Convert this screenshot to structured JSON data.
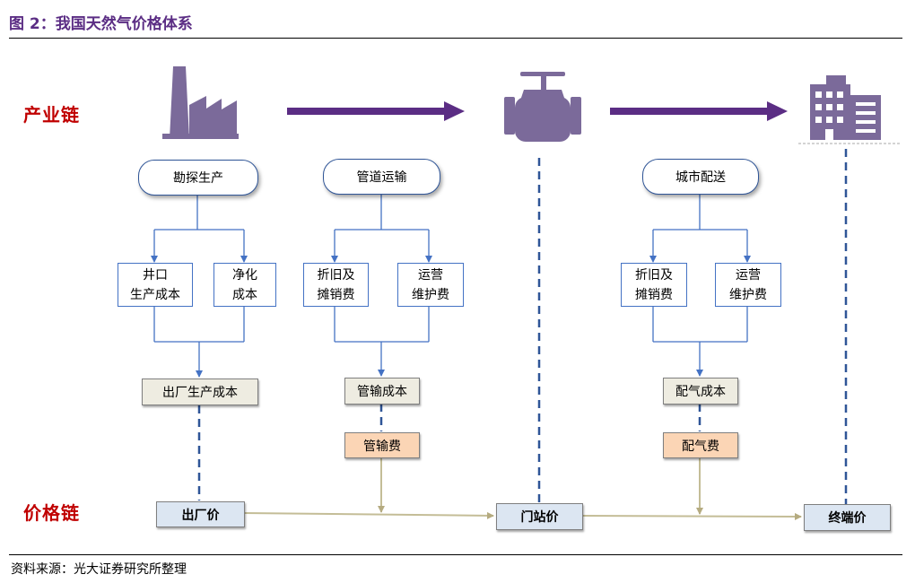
{
  "figure": {
    "title": "图 2：我国天然气价格体系",
    "source": "资料来源：光大证券研究所整理"
  },
  "rows": {
    "industry_chain": "产业链",
    "price_chain": "价格链"
  },
  "icons": {
    "factory": "factory-icon",
    "valve": "valve-icon",
    "building": "building-icon"
  },
  "colors": {
    "accent_purple": "#5b2d84",
    "row_label_red": "#c00000",
    "stage_border": "#2f5597",
    "cost_border": "#4472c4",
    "total_fill": "#eeece1",
    "fee_fill": "#fbd5b5",
    "price_fill": "#dce6f2",
    "price_flow_line": "#c4bd97",
    "dashed_connector": "#2f5597"
  },
  "stages": {
    "exploration": {
      "label": "勘探生产",
      "costs": [
        "井口\n生产成本",
        "净化\n成本"
      ],
      "total": "出厂生产成本"
    },
    "pipeline": {
      "label": "管道运输",
      "costs": [
        "折旧及\n摊销费",
        "运营\n维护费"
      ],
      "total": "管输成本",
      "fee": "管输费"
    },
    "distribution": {
      "label": "城市配送",
      "costs": [
        "折旧及\n摊销费",
        "运营\n维护费"
      ],
      "total": "配气成本",
      "fee": "配气费"
    }
  },
  "prices": [
    "出厂价",
    "门站价",
    "终端价"
  ]
}
